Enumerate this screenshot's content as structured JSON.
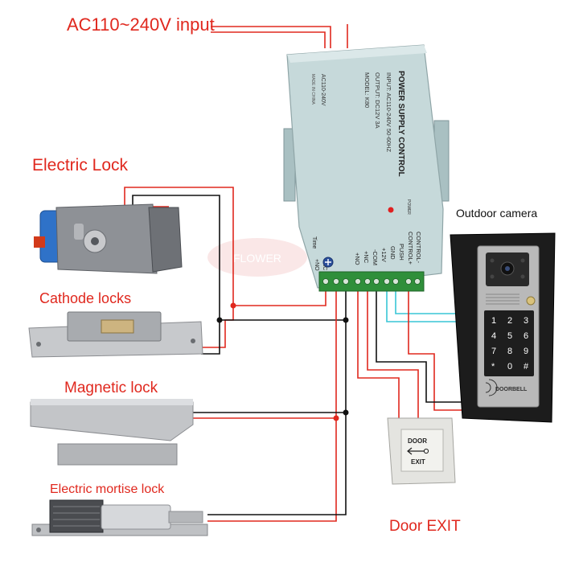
{
  "labels": {
    "input": "AC110~240V input",
    "electric_lock": "Electric Lock",
    "cathode_locks": "Cathode locks",
    "magnetic_lock": "Magnetic lock",
    "mortise_lock": "Electric mortise lock",
    "outdoor_camera": "Outdoor camera",
    "door_exit": "Door EXIT"
  },
  "power_supply": {
    "title": "POWER SUPPLY CONTROL",
    "input_spec": "INPUT: AC110-240V 50-60HZ",
    "output_spec": "OUTPUT: DC12V 3A",
    "model": "MODEL: K80",
    "voltage": "AC110-240V",
    "made_in": "MADE IN CHINA",
    "power_led": "POWER",
    "time_label": "Time",
    "terminals": [
      "CONTROL-",
      "CONTROL+",
      "PUSH",
      "GND",
      "+12V",
      "-COM",
      "+NC",
      "+NO"
    ],
    "left_terminals": [
      "+NC",
      "+NO"
    ]
  },
  "exit_button": {
    "line1": "DOOR",
    "line2": "EXIT"
  },
  "camera": {
    "keys": [
      "1",
      "2",
      "3",
      "4",
      "5",
      "6",
      "7",
      "8",
      "9",
      "*",
      "0",
      "#"
    ],
    "brand": "DOORBELL"
  },
  "watermark": "FLOWER",
  "colors": {
    "label_red": "#e0281e",
    "wire_red": "#e0281e",
    "wire_black": "#111111",
    "wire_cyan": "#38c6d6",
    "box_body": "#c6d9da",
    "terminal_green": "#2f8f3a",
    "camera_frame": "#1c1c1c",
    "camera_panel": "#b9b9b9"
  }
}
